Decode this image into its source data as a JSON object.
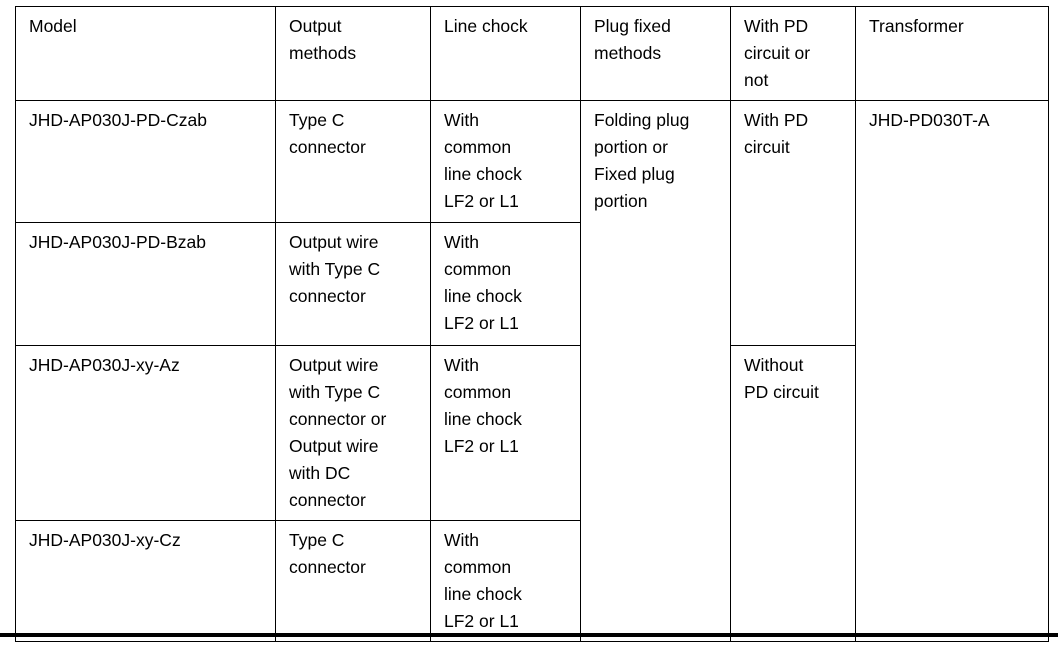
{
  "table": {
    "headers": [
      "Model",
      "Output\nmethods",
      "Line chock",
      "Plug fixed\nmethods",
      "With PD\ncircuit or\nnot",
      "Transformer"
    ],
    "rows": [
      {
        "model": "JHD-AP030J-PD-Czab",
        "output_method": "Type C\nconnector",
        "line_chock": "With\ncommon\nline chock\nLF2 or L1"
      },
      {
        "model": "JHD-AP030J-PD-Bzab",
        "output_method": "Output wire\nwith Type C\nconnector",
        "line_chock": "With\ncommon\nline chock\nLF2 or L1"
      },
      {
        "model": "JHD-AP030J-xy-Az",
        "output_method": "Output wire\nwith Type C\nconnector or\nOutput wire\nwith DC\nconnector",
        "line_chock": "With\ncommon\nline chock\nLF2 or L1"
      },
      {
        "model": "JHD-AP030J-xy-Cz",
        "output_method": "Type C\nconnector",
        "line_chock": "With\ncommon\nline chock\nLF2 or L1"
      }
    ],
    "merged": {
      "plug_fixed_method": "Folding plug\nportion or\nFixed plug\nportion",
      "with_pd": "With PD\ncircuit",
      "without_pd": "Without\nPD circuit",
      "transformer": "JHD-PD030T-A"
    }
  }
}
